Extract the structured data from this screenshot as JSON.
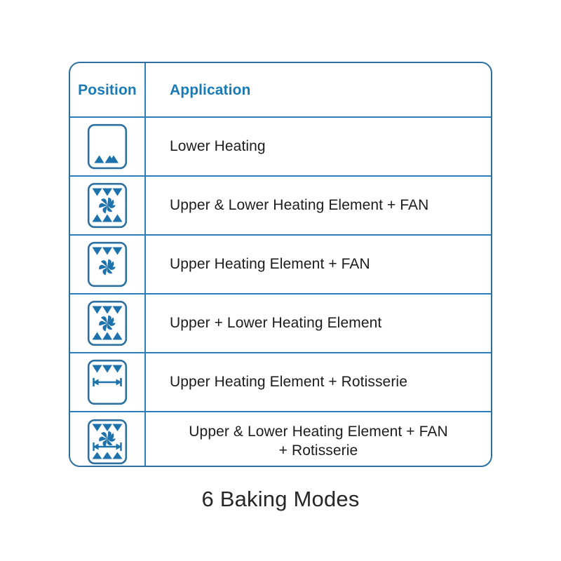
{
  "caption": "6 Baking Modes",
  "colors": {
    "icon_blue": "#1d72ac",
    "icon_stroke": "#2d6f9e",
    "header_text": "#1a7ab5",
    "table_border": "#2d6f9e",
    "grid_line": "#2c7fba",
    "body_text": "#1c1c1c",
    "background": "#ffffff"
  },
  "table": {
    "columns": [
      {
        "key": "position",
        "label": "Position"
      },
      {
        "key": "application",
        "label": "Application"
      }
    ],
    "rows": [
      {
        "index": 1,
        "icon_name": "oven-mode-lower-heating-icon",
        "icon": {
          "top_triangles": 0,
          "bottom_triangles": 3,
          "fan": false,
          "rotisserie": false
        },
        "application": "Lower Heating",
        "centered": false
      },
      {
        "index": 2,
        "icon_name": "oven-mode-upper-lower-heating-fan-icon",
        "icon": {
          "top_triangles": 3,
          "bottom_triangles": 3,
          "fan": true,
          "rotisserie": false
        },
        "application": "Upper & Lower Heating Element + FAN",
        "centered": false
      },
      {
        "index": 3,
        "icon_name": "oven-mode-upper-heating-fan-icon",
        "icon": {
          "top_triangles": 3,
          "bottom_triangles": 0,
          "fan": true,
          "rotisserie": false
        },
        "application": "Upper Heating Element + FAN",
        "centered": false
      },
      {
        "index": 4,
        "icon_name": "oven-mode-upper-lower-heating-icon",
        "icon": {
          "top_triangles": 3,
          "bottom_triangles": 3,
          "fan": true,
          "rotisserie": false
        },
        "application": "Upper + Lower Heating Element",
        "centered": false
      },
      {
        "index": 5,
        "icon_name": "oven-mode-upper-heating-rotisserie-icon",
        "icon": {
          "top_triangles": 3,
          "bottom_triangles": 0,
          "fan": false,
          "rotisserie": true
        },
        "application": "Upper Heating Element + Rotisserie",
        "centered": false
      },
      {
        "index": 6,
        "icon_name": "oven-mode-upper-lower-heating-fan-rotisserie-icon",
        "icon": {
          "top_triangles": 3,
          "bottom_triangles": 3,
          "fan": true,
          "rotisserie": true
        },
        "application": "Upper & Lower Heating Element + FAN\n+ Rotisserie",
        "application_line1": "Upper & Lower Heating Element + FAN",
        "application_line2": "+ Rotisserie",
        "centered": true
      }
    ]
  }
}
